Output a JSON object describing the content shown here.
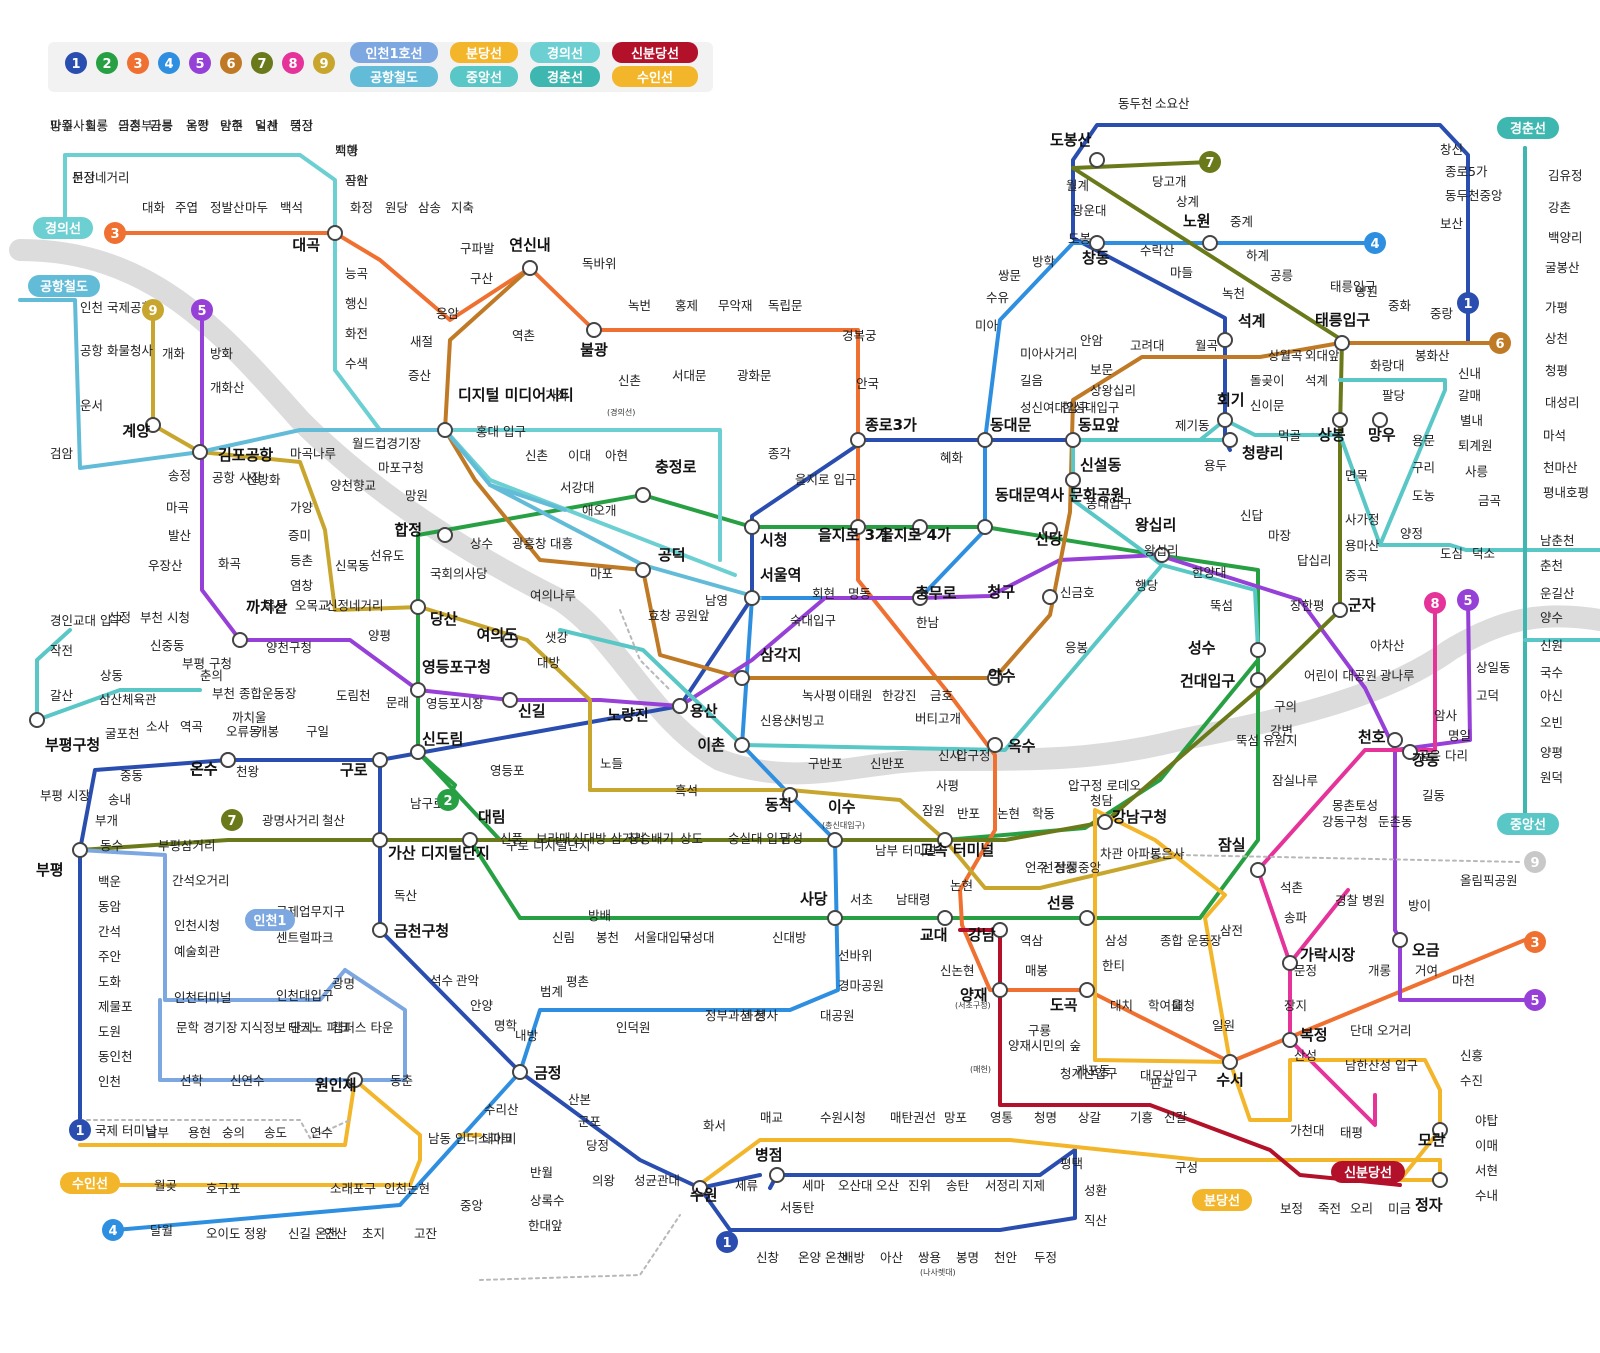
{
  "colors": {
    "L1": "#2a4db0",
    "L2": "#27a043",
    "L3": "#ef7030",
    "L4": "#2e8fe0",
    "L5": "#9640d8",
    "L6": "#c07a26",
    "L7": "#6a7a1a",
    "L8": "#e5339a",
    "L9": "#c8a62e",
    "incheon1": "#7ca7e0",
    "airport": "#62bcd8",
    "bundang": "#f3b52a",
    "gyeongui": "#6ccfd2",
    "sinbundang": "#b3112a",
    "gyeongchun": "#3db7b0",
    "jungang": "#58c7c6",
    "suin": "#f3b52a",
    "river": "#dcdcdc"
  },
  "legend": {
    "numbers": [
      "1",
      "2",
      "3",
      "4",
      "5",
      "6",
      "7",
      "8",
      "9"
    ],
    "pills": [
      {
        "label": "인천1호선",
        "key": "incheon1"
      },
      {
        "label": "분당선",
        "key": "bundang"
      },
      {
        "label": "경의선",
        "key": "gyeongui"
      },
      {
        "label": "신분당선",
        "key": "sinbundang"
      },
      {
        "label": "공항철도",
        "key": "airport"
      },
      {
        "label": "중앙선",
        "key": "jungang"
      },
      {
        "label": "경춘선",
        "key": "gyeongchun"
      },
      {
        "label": "수인선",
        "key": "suin"
      }
    ]
  },
  "line_badges": [
    {
      "text": "경의선",
      "key": "gyeongui"
    },
    {
      "text": "공항철도",
      "key": "airport"
    },
    {
      "text": "경춘선",
      "key": "gyeongchun"
    },
    {
      "text": "중앙선",
      "key": "jungang"
    },
    {
      "text": "인천1",
      "key": "incheon1"
    },
    {
      "text": "수인선",
      "key": "suin"
    },
    {
      "text": "분당선",
      "key": "bundang"
    },
    {
      "text": "신분당선",
      "key": "sinbundang"
    }
  ],
  "terminal_badges": [
    {
      "text": "3",
      "key": "L3"
    },
    {
      "text": "9",
      "key": "L9"
    },
    {
      "text": "5",
      "key": "L5"
    },
    {
      "text": "7",
      "key": "L7"
    },
    {
      "text": "4",
      "key": "L4"
    },
    {
      "text": "1",
      "key": "L1"
    },
    {
      "text": "6",
      "key": "L6"
    },
    {
      "text": "8",
      "key": "L8"
    },
    {
      "text": "5",
      "key": "L5"
    },
    {
      "text": "2",
      "key": "L2"
    },
    {
      "text": "7",
      "key": "L7"
    },
    {
      "text": "1",
      "key": "L1"
    },
    {
      "text": "4",
      "key": "L4"
    },
    {
      "text": "1",
      "key": "L1"
    },
    {
      "text": "3",
      "key": "L3"
    },
    {
      "text": "5",
      "key": "L5"
    },
    {
      "text": "9",
      "key": "L9"
    }
  ],
  "stations_major": [
    "연신내",
    "불광",
    "디지털 미디어시티",
    "계양",
    "김포공항",
    "대곡",
    "까치산",
    "당산",
    "여의도",
    "영등포구청",
    "신도림",
    "합정",
    "충정로",
    "공덕",
    "신길",
    "노량진",
    "용산",
    "시청",
    "서울역",
    "을지로 3가",
    "을지로 4가",
    "종로3가",
    "동대문",
    "동묘앞",
    "신설동",
    "동대문역사 문화공원",
    "신당",
    "청구",
    "왕십리",
    "충무로",
    "삼각지",
    "약수",
    "옥수",
    "이촌",
    "동작",
    "이수",
    "고속 터미널",
    "사당",
    "교대",
    "강남",
    "양재",
    "도곡",
    "선릉",
    "수서",
    "가락시장",
    "복정",
    "오금",
    "잠실",
    "천호",
    "강동",
    "군자",
    "건대입구",
    "성수",
    "태릉입구",
    "석계",
    "노원",
    "창동",
    "도봉산",
    "회기",
    "청량리",
    "상봉",
    "망우",
    "온수",
    "구로",
    "가산 디지털단지",
    "대림",
    "금천구청",
    "부평",
    "원인재",
    "금정",
    "수원",
    "병점",
    "모란",
    "정자",
    "강남구청",
    "부평구청",
    "온수"
  ],
  "stations_minor": [
    "파주",
    "월롱",
    "금촌",
    "금릉",
    "운정",
    "탄현",
    "일산",
    "풍산",
    "백마",
    "곡산",
    "문산",
    "대화",
    "주엽",
    "정발산",
    "마두",
    "백석",
    "화정",
    "원당",
    "삼송",
    "지축",
    "능곡",
    "행신",
    "화전",
    "수색",
    "구파발",
    "구산",
    "독바위",
    "응암",
    "새절",
    "증산",
    "역촌",
    "녹번",
    "홍제",
    "무악재",
    "독립문",
    "경복궁",
    "안국",
    "인천 국제공항",
    "공항 화물청사",
    "운서",
    "검암",
    "개화",
    "방화",
    "개화산",
    "송정",
    "마곡",
    "발산",
    "우장산",
    "화곡",
    "공항 시장",
    "신방화",
    "가양",
    "증미",
    "등촌",
    "염창",
    "신목동",
    "선유도",
    "양천향교",
    "마곡나루",
    "월드컵경기장",
    "마포구청",
    "망원",
    "홍대 입구",
    "신촌",
    "이대",
    "아현",
    "서강대",
    "애오개",
    "가좌",
    "신촌",
    "상수",
    "광흥창",
    "대흥",
    "마포",
    "여의나루",
    "국회의사당",
    "서대문",
    "광화문",
    "종각",
    "을지로 입구",
    "명동",
    "회현",
    "숙대입구",
    "남영",
    "효창 공원앞",
    "샛강",
    "대방",
    "신풍",
    "보라매",
    "신대방 삼거리",
    "장승배기",
    "상도",
    "숭실대 입구",
    "남성",
    "흑석",
    "노들",
    "구반포",
    "신반포",
    "사평",
    "신사",
    "압구정",
    "잠원",
    "반포",
    "논현",
    "학동",
    "압구정 로데오",
    "청담",
    "영등포",
    "문래",
    "양평",
    "영등포시장",
    "도림천",
    "양천구청",
    "신정네거리",
    "오목교",
    "목동",
    "신정",
    "부천 시청",
    "신중동",
    "경인교대 입구",
    "작전",
    "갈산",
    "삼산체육관",
    "굴포천",
    "부평 구청",
    "춘의",
    "부천 종합운동장",
    "까치울",
    "상동",
    "소사",
    "역곡",
    "오류동",
    "개봉",
    "구일",
    "천왕",
    "광명사거리",
    "철산",
    "남구로",
    "부평 시장",
    "중동",
    "송내",
    "부개",
    "동수",
    "부평삼거리",
    "간석오거리",
    "백운",
    "동암",
    "간석",
    "주안",
    "도화",
    "제물포",
    "도원",
    "동인천",
    "인천",
    "인천시청",
    "예술회관",
    "인천터미널",
    "문학 경기장",
    "선학",
    "신연수",
    "동춘",
    "국제업무지구",
    "센트럴파크",
    "인천대입구",
    "지식정보 단지",
    "테크노 파크",
    "캠퍼스 타운",
    "송도",
    "연수",
    "국제 터미널",
    "남부",
    "용현",
    "숭의",
    "남동 인더스파크",
    "소래포구",
    "인천논현",
    "호구포",
    "월곶",
    "달월",
    "오이도",
    "정왕",
    "신길 온천",
    "안산",
    "초지",
    "고잔",
    "중앙",
    "한대앞",
    "상록수",
    "반월",
    "대야미",
    "수리산",
    "산본",
    "군포",
    "당정",
    "의왕",
    "성균관대",
    "화서",
    "매교",
    "수원시청",
    "매탄권선",
    "망포",
    "영통",
    "청명",
    "상갈",
    "기흥",
    "신갈",
    "구성",
    "세류",
    "서동탄",
    "세마",
    "오산대",
    "오산",
    "진위",
    "송탄",
    "서정리",
    "지제",
    "평택",
    "성환",
    "직산",
    "신창",
    "온양 온천",
    "배방",
    "아산",
    "쌍용",
    "봉명",
    "천안",
    "두정",
    "독산",
    "석수",
    "관악",
    "안양",
    "명학",
    "광명",
    "구로 디지털단지",
    "신림",
    "봉천",
    "서울대입구",
    "낙성대",
    "신대방",
    "방배",
    "서초",
    "남태령",
    "선바위",
    "경마공원",
    "대공원",
    "과천",
    "정부과천 청사",
    "인덕원",
    "평촌",
    "범계",
    "내방",
    "남부 터미널",
    "신논현",
    "논현",
    "언주",
    "선정릉",
    "삼성중앙",
    "봉은사",
    "차관 아파트",
    "역삼",
    "삼성",
    "종합 운동장",
    "한티",
    "매봉",
    "구룡",
    "개포동",
    "대모산입구",
    "대치",
    "학여울",
    "대청",
    "일원",
    "양재시민의 숲",
    "청계산입구",
    "판교",
    "삼전",
    "석촌",
    "송파",
    "경찰 병원",
    "방이",
    "개롱",
    "거여",
    "마천",
    "올림픽공원",
    "문정",
    "장지",
    "산성",
    "남한산성 입구",
    "단대 오거리",
    "신흥",
    "수진",
    "가천대",
    "태평",
    "야탑",
    "이매",
    "서현",
    "수내",
    "보정",
    "죽전",
    "오리",
    "미금",
    "잠실나루",
    "강변",
    "구의",
    "뚝섬 유원지",
    "어린이 대공원",
    "아차산",
    "광나루",
    "몽촌토성",
    "강동구청",
    "둔촌동",
    "길동",
    "굽은 다리",
    "명일",
    "고덕",
    "상일동",
    "암사",
    "중곡",
    "용마산",
    "사가정",
    "면목",
    "장한평",
    "답십리",
    "마장",
    "용두",
    "신답",
    "제기동",
    "한양대",
    "뚝섬",
    "응봉",
    "왕십리",
    "행당",
    "신금호",
    "금호",
    "버티고개",
    "한강진",
    "이태원",
    "녹사평",
    "신용산",
    "서빙고",
    "한남",
    "동대입구",
    "상왕십리",
    "보문",
    "안암",
    "고려대",
    "월곡",
    "상월곡",
    "돌곶이",
    "신이문",
    "외대앞",
    "석계",
    "먹골",
    "중화",
    "중랑",
    "화랑대",
    "봉화산",
    "신내",
    "갈매",
    "별내",
    "퇴계원",
    "사릉",
    "금곡",
    "평내호평",
    "천마산",
    "마석",
    "대성리",
    "청평",
    "상천",
    "가평",
    "굴봉산",
    "백양리",
    "강촌",
    "김유정",
    "남춘천",
    "춘천",
    "운길산",
    "양수",
    "신원",
    "국수",
    "아신",
    "오빈",
    "양평",
    "원덕",
    "용문",
    "구리",
    "도농",
    "양정",
    "덕소",
    "도심",
    "팔당",
    "양원",
    "태릉입구",
    "공릉",
    "하계",
    "중계",
    "상계",
    "당고개",
    "수락산",
    "마들",
    "녹천",
    "월계",
    "광운대",
    "도봉",
    "방학",
    "쌍문",
    "수유",
    "미아",
    "미아사거리",
    "길음",
    "성신여대입구",
    "한성대입구",
    "혜화",
    "창신",
    "종로5가",
    "동두천중앙",
    "보산",
    "동두천",
    "소요산",
    "망월사",
    "회룡",
    "의정부",
    "가능",
    "녹양",
    "양주",
    "덕계",
    "덕정",
    "지행",
    "장암",
    "신정네거리"
  ],
  "notes": {
    "isu_sub": "(총신대입구)",
    "yangjae_sub": "(서초구청)",
    "sinchon_sub": "(경의선)",
    "ssangyong_sub": "(나사렛대)",
    "forest_sub": "(매헌)"
  }
}
